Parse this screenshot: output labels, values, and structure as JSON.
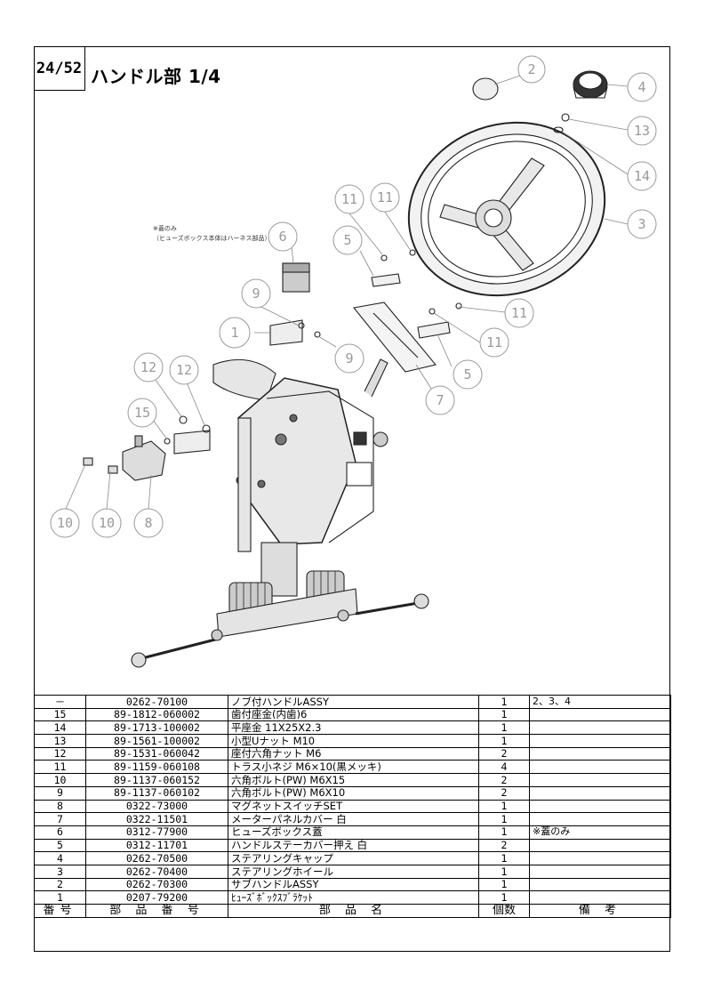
{
  "page": {
    "number": "24/52",
    "title": "ハンドル部  1/4"
  },
  "diagram": {
    "note_lines": [
      "※蓋のみ",
      "（ヒューズボックス本体はハーネス部品）"
    ],
    "callouts": [
      "2",
      "4",
      "13",
      "14",
      "3",
      "11",
      "11",
      "5",
      "6",
      "9",
      "1",
      "9",
      "11",
      "11",
      "5",
      "7",
      "12",
      "12",
      "15",
      "10",
      "10",
      "8"
    ]
  },
  "table": {
    "headers": {
      "no": "番号",
      "part_number": "部 品 番 号",
      "part_name": "部 品 名",
      "qty": "個数",
      "remarks": "備 考"
    },
    "rows": [
      {
        "no": "－",
        "part_number": "0262-70100",
        "part_name": "ノブ付ハンドルASSY",
        "qty": "1",
        "remarks": "2、3、4"
      },
      {
        "no": "15",
        "part_number": "89-1812-060002",
        "part_name": "歯付座金(内歯)6",
        "qty": "1",
        "remarks": ""
      },
      {
        "no": "14",
        "part_number": "89-1713-100002",
        "part_name": "平座金  11X25X2.3",
        "qty": "1",
        "remarks": ""
      },
      {
        "no": "13",
        "part_number": "89-1561-100002",
        "part_name": "小型Uナット  M10",
        "qty": "1",
        "remarks": ""
      },
      {
        "no": "12",
        "part_number": "89-1531-060042",
        "part_name": "座付六角ナット  M6",
        "qty": "2",
        "remarks": ""
      },
      {
        "no": "11",
        "part_number": "89-1159-060108",
        "part_name": "トラス小ネジ  M6×10(黒メッキ)",
        "qty": "4",
        "remarks": ""
      },
      {
        "no": "10",
        "part_number": "89-1137-060152",
        "part_name": "六角ボルト(PW)  M6X15",
        "qty": "2",
        "remarks": ""
      },
      {
        "no": "9",
        "part_number": "89-1137-060102",
        "part_name": "六角ボルト(PW)  M6X10",
        "qty": "2",
        "remarks": ""
      },
      {
        "no": "8",
        "part_number": "0322-73000",
        "part_name": "マグネットスイッチSET",
        "qty": "1",
        "remarks": ""
      },
      {
        "no": "7",
        "part_number": "0322-11501",
        "part_name": "メーターパネルカバー  白",
        "qty": "1",
        "remarks": ""
      },
      {
        "no": "6",
        "part_number": "0312-77900",
        "part_name": "ヒューズボックス蓋",
        "qty": "1",
        "remarks": "※蓋のみ"
      },
      {
        "no": "5",
        "part_number": "0312-11701",
        "part_name": "ハンドルステーカバー押え  白",
        "qty": "2",
        "remarks": ""
      },
      {
        "no": "4",
        "part_number": "0262-70500",
        "part_name": "ステアリングキャップ",
        "qty": "1",
        "remarks": ""
      },
      {
        "no": "3",
        "part_number": "0262-70400",
        "part_name": "ステアリングホイール",
        "qty": "1",
        "remarks": ""
      },
      {
        "no": "2",
        "part_number": "0262-70300",
        "part_name": "サブハンドルASSY",
        "qty": "1",
        "remarks": ""
      },
      {
        "no": "1",
        "part_number": "0207-79200",
        "part_name": "ﾋｭｰｽﾞﾎﾞｯｸｽﾌﾞﾗｹｯﾄ",
        "qty": "1",
        "remarks": ""
      }
    ]
  }
}
